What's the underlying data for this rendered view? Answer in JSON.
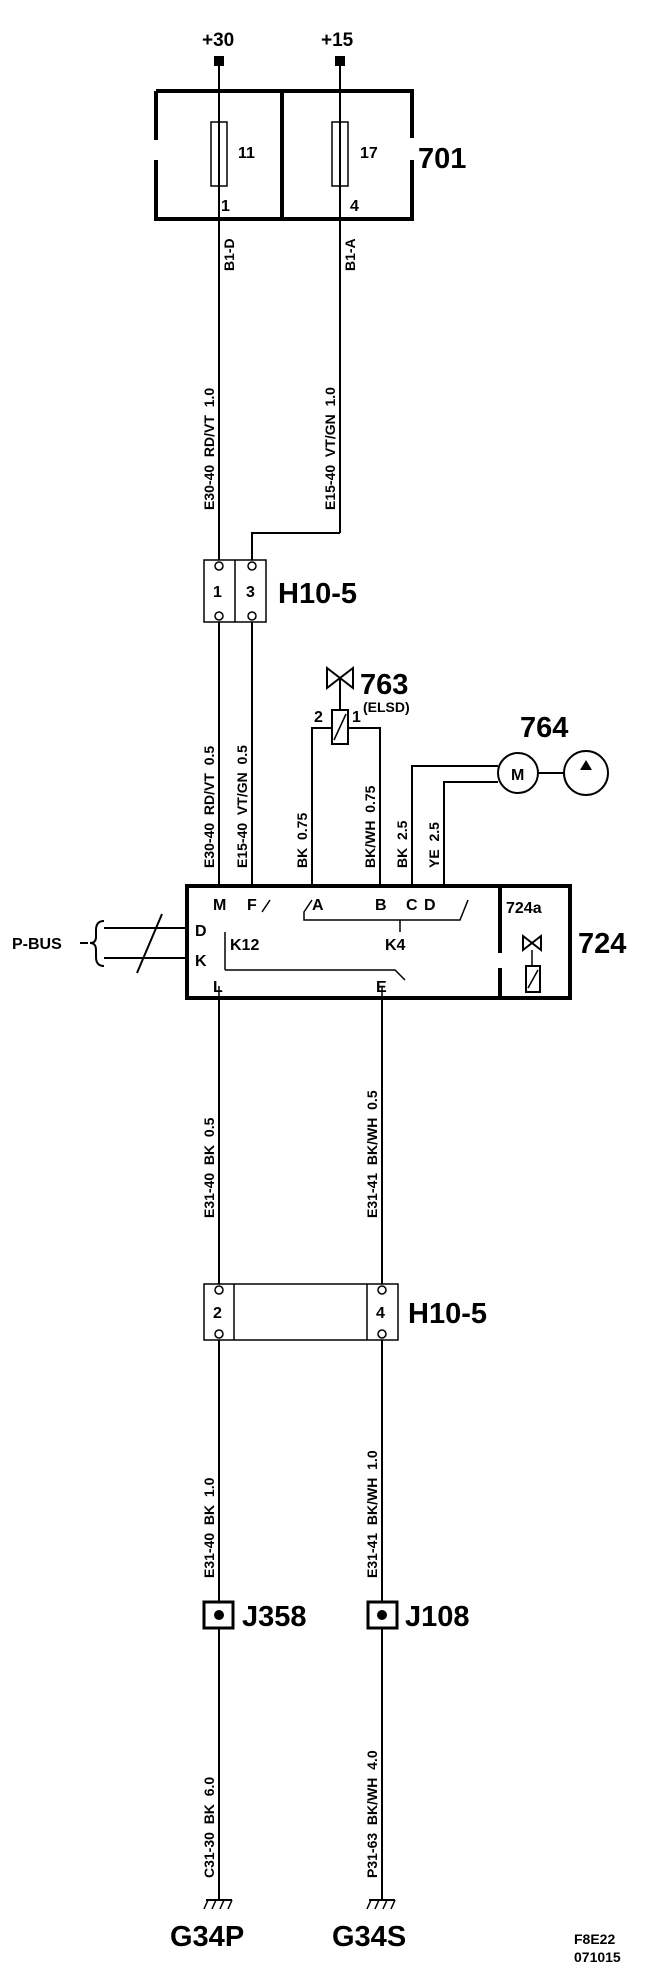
{
  "power": {
    "plus30": "+30",
    "plus15": "+15"
  },
  "fuse_box": {
    "id": "701",
    "fuse_a": "11",
    "fuse_b": "17",
    "pin_a": "1",
    "pin_b": "4",
    "term_a": "B1-D",
    "term_b": "B1-A"
  },
  "wires_top": {
    "w1": {
      "spec": "E30-40  RD/VT  1.0"
    },
    "w2": {
      "spec": "E15-40  VT/GN  1.0"
    }
  },
  "connector_top": {
    "id": "H10-5",
    "pin1": "1",
    "pin2": "3"
  },
  "wires_mid": {
    "w1": {
      "spec": "E30-40  RD/VT  0.5"
    },
    "w2": {
      "spec": "E15-40  VT/GN  0.5"
    },
    "w3": {
      "spec": "BK  0.75"
    },
    "w4": {
      "spec": "BK/WH  0.75"
    },
    "w5": {
      "spec": "BK  2.5"
    },
    "w6": {
      "spec": "YE  2.5"
    }
  },
  "valve": {
    "id": "763",
    "sub": "(ELSD)",
    "pin2": "2",
    "pin1": "1"
  },
  "motor": {
    "id": "764",
    "symbol": "M"
  },
  "control_unit": {
    "id": "724",
    "sub_id": "724a",
    "pins": {
      "M": "M",
      "F": "F",
      "A": "A",
      "B": "B",
      "C": "C",
      "D": "D",
      "D2": "D",
      "K": "K",
      "L": "L",
      "E": "E"
    },
    "relays": {
      "k12": "K12",
      "k4": "K4"
    }
  },
  "bus": {
    "label": "P-BUS"
  },
  "wires_low": {
    "w1": {
      "spec": "E31-40  BK  0.5"
    },
    "w2": {
      "spec": "E31-41  BK/WH  0.5"
    }
  },
  "connector_low": {
    "id": "H10-5",
    "pin1": "2",
    "pin2": "4"
  },
  "wires_low2": {
    "w1": {
      "spec": "E31-40  BK  1.0"
    },
    "w2": {
      "spec": "E31-41  BK/WH  1.0"
    }
  },
  "junctions": {
    "j1": "J358",
    "j2": "J108"
  },
  "wires_ground": {
    "w1": {
      "spec": "C31-30  BK  6.0"
    },
    "w2": {
      "spec": "P31-63  BK/WH  4.0"
    }
  },
  "grounds": {
    "g1": "G34P",
    "g2": "G34S"
  },
  "footer": {
    "code": "F8E22",
    "date": "071015"
  }
}
